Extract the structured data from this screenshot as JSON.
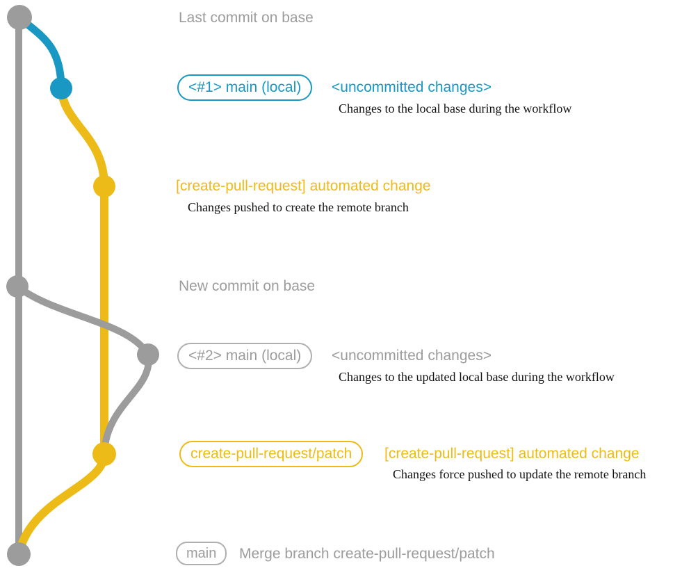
{
  "colors": {
    "gray": "#9C9C9C",
    "grayBorder": "#AFAFAF",
    "blue": "#1898C2",
    "yellow": "#EDBB17",
    "black": "#111111",
    "background": "#FFFFFF"
  },
  "graph": {
    "description": "git commit graph with base branch (gray), local main commits (blue/gray) and create-pull-request patch branch (yellow)",
    "commits": [
      {
        "id": "base-top",
        "color": "gray"
      },
      {
        "id": "main-local-1",
        "color": "blue"
      },
      {
        "id": "patch-commit-1",
        "color": "yellow"
      },
      {
        "id": "base-new",
        "color": "gray"
      },
      {
        "id": "main-local-2",
        "color": "gray"
      },
      {
        "id": "patch-commit-2",
        "color": "yellow"
      },
      {
        "id": "merge-commit",
        "color": "gray"
      }
    ]
  },
  "annotations": {
    "last_commit_label": "Last commit on base",
    "section1": {
      "badge": "<#1> main (local)",
      "title": "<uncommitted changes>",
      "description": "Changes to the local base during the workflow"
    },
    "section2": {
      "title": "[create-pull-request] automated change",
      "description": "Changes pushed to create the remote branch"
    },
    "new_commit_label": "New commit on base",
    "section3": {
      "badge": "<#2> main (local)",
      "title": "<uncommitted changes>",
      "description": "Changes to the updated local base during the workflow"
    },
    "section4": {
      "badge": "create-pull-request/patch",
      "title": "[create-pull-request] automated change",
      "description": "Changes force pushed to update the remote branch"
    },
    "section5": {
      "badge": "main",
      "title": "Merge branch create-pull-request/patch"
    }
  }
}
